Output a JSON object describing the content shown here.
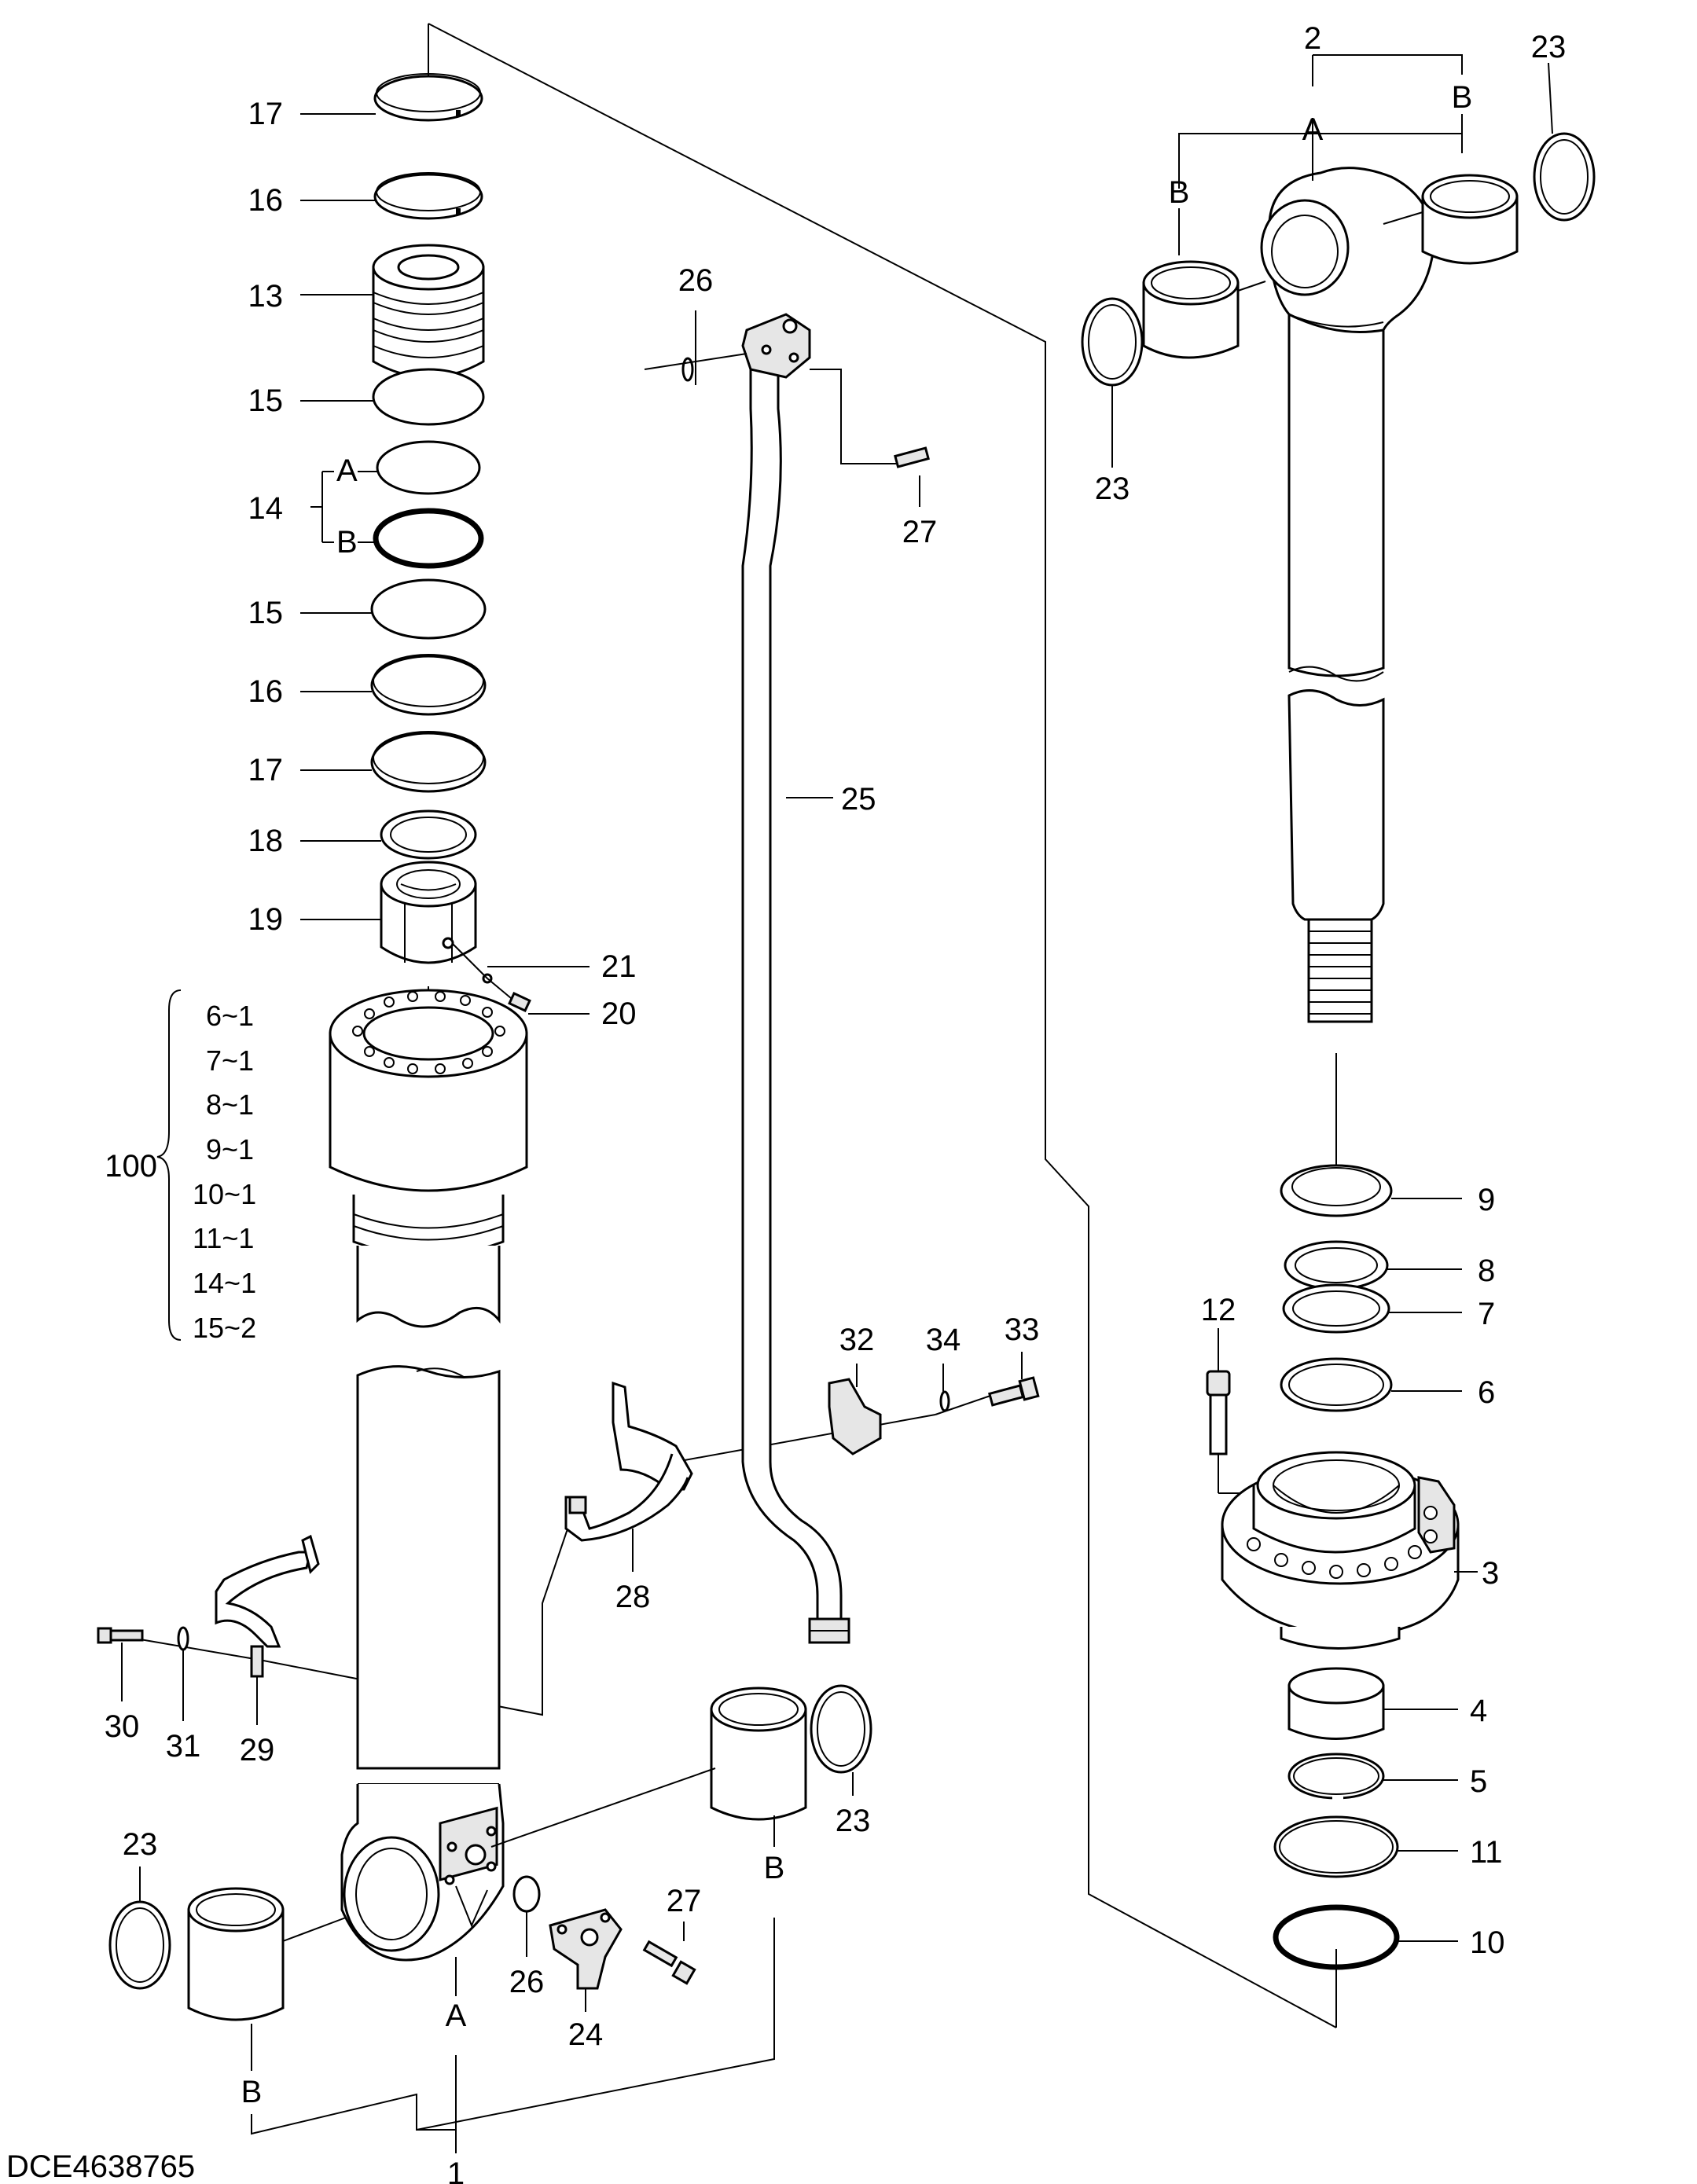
{
  "document_id": "DCE4638765",
  "callouts": {
    "c1": "1",
    "c2": "2",
    "c3": "3",
    "c4": "4",
    "c5": "5",
    "c6": "6",
    "c7": "7",
    "c8": "8",
    "c9": "9",
    "c10": "10",
    "c11": "11",
    "c12": "12",
    "c13": "13",
    "c14": "14",
    "c15a": "15",
    "c15b": "15",
    "c16a": "16",
    "c16b": "16",
    "c17a": "17",
    "c17b": "17",
    "c18": "18",
    "c19": "19",
    "c20": "20",
    "c21": "21",
    "c23a": "23",
    "c23b": "23",
    "c23c": "23",
    "c23d": "23",
    "c24": "24",
    "c25": "25",
    "c26a": "26",
    "c26b": "26",
    "c27a": "27",
    "c27b": "27",
    "c28": "28",
    "c29": "29",
    "c30": "30",
    "c31": "31",
    "c32": "32",
    "c33": "33",
    "c34": "34",
    "c100": "100"
  },
  "letters": {
    "a14": "A",
    "b14": "B",
    "a2": "A",
    "b2l": "B",
    "b2r": "B",
    "a1": "A",
    "b1l": "B",
    "b1r": "B"
  },
  "kit_list": [
    "6~1",
    "7~1",
    "8~1",
    "9~1",
    "10~1",
    "11~1",
    "14~1",
    "15~2"
  ]
}
